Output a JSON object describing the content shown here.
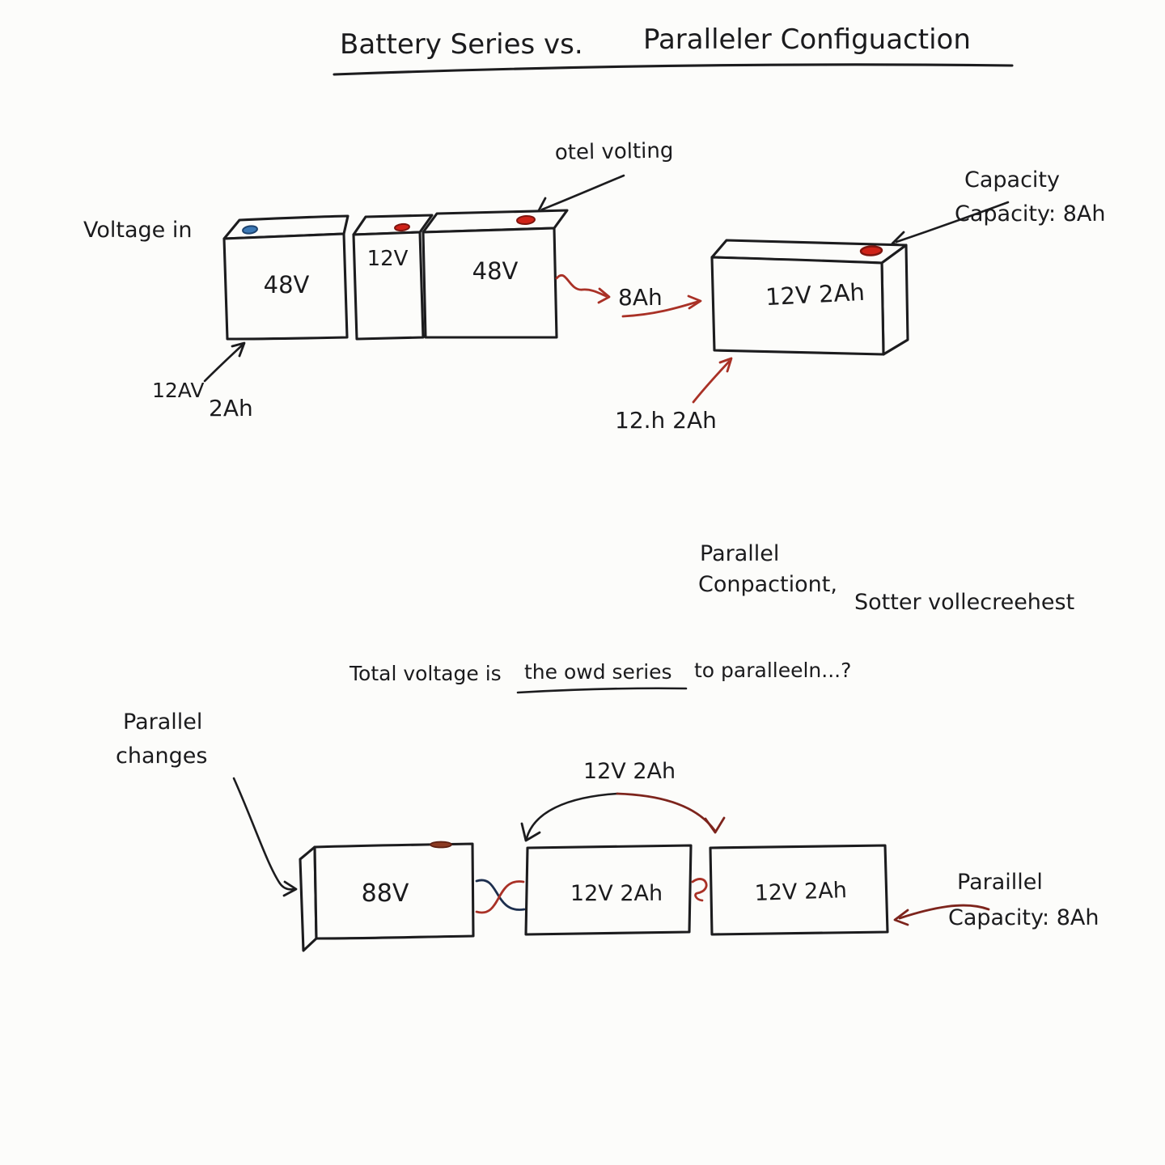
{
  "title": {
    "left": "Battery Series vs.",
    "right": "Paralleler Configuaction"
  },
  "colors": {
    "ink": "#1c1c1e",
    "red_ink": "#a93126",
    "dark_red_ink": "#7d241c",
    "terminal_blue": "#3c78b4",
    "terminal_red": "#cf2218",
    "terminal_brown": "#8c3a22",
    "paper": "#fcfcfa"
  },
  "series_diagram": {
    "voltage_in_label": "Voltage in",
    "total_volting_note": "otel volting",
    "capacity_note_line1": "Capacity",
    "capacity_note_line2": "Capacity: 8Ah",
    "battery_left_label": "48V",
    "battery_middle_label": "12V",
    "battery_right_label": "48V",
    "wire_label": "8Ah",
    "result_battery_label": "12V 2Ah",
    "corner_note_line1": "12AV",
    "corner_note_line2": "2Ah",
    "result_note": "12.h 2Ah"
  },
  "middle_notes": {
    "parallel_line1": "Parallel",
    "parallel_line2": "Conpactiont,",
    "softer_note": "Sotter vollecreehest"
  },
  "question": {
    "pre": "Total voltage is",
    "underlined": "the owd series",
    "post": "to paralleeln...?"
  },
  "parallel_diagram": {
    "changes_note_line1": "Parallel",
    "changes_note_line2": "changes",
    "battery_left_label": "88V",
    "battery_middle_label": "12V 2Ah",
    "battery_right_label": "12V 2Ah",
    "bridge_label": "12V 2Ah",
    "capacity_note_line1": "Paraillel",
    "capacity_note_line2": "Capacity: 8Ah"
  }
}
